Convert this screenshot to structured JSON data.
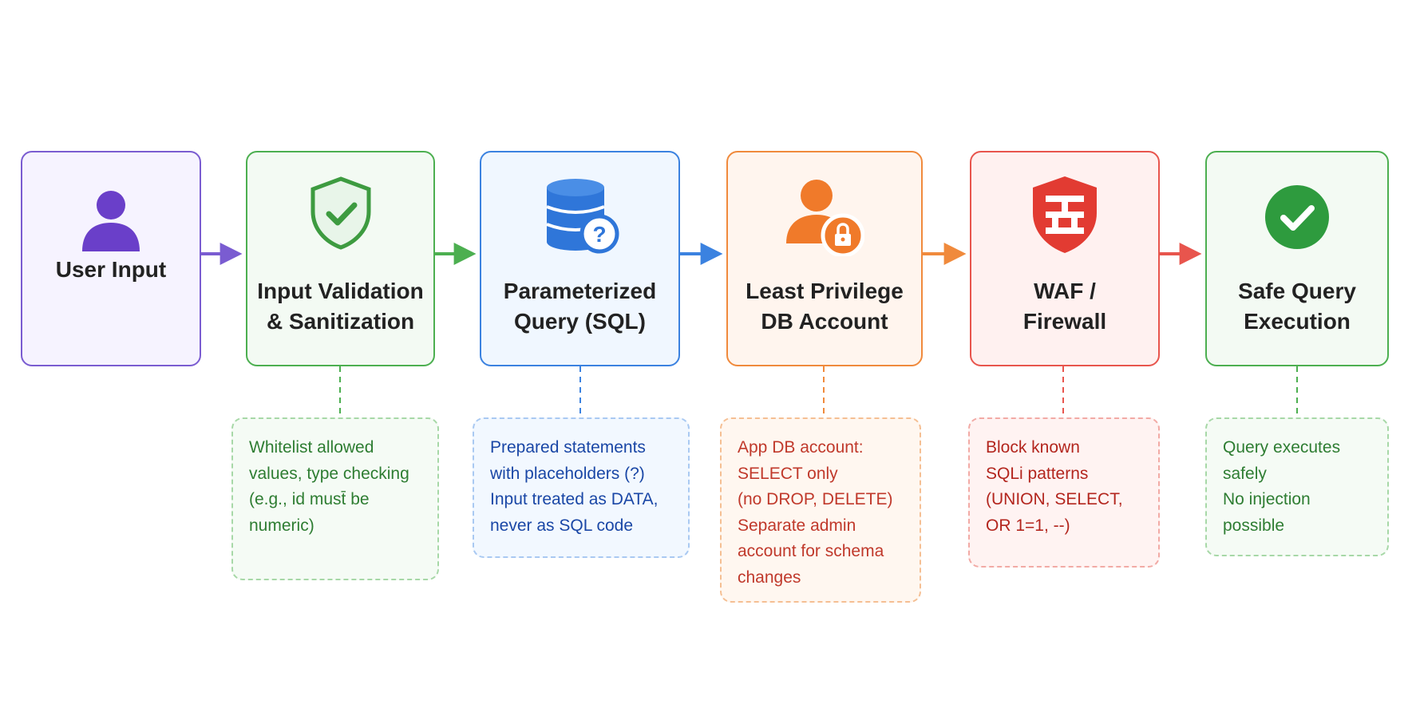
{
  "steps": [
    {
      "id": "user-input",
      "lines": [
        "User Input"
      ],
      "icon": "user-icon",
      "color": "#7a5cd1"
    },
    {
      "id": "input-validation",
      "lines": [
        "Input Validation",
        "& Sanitization"
      ],
      "icon": "shield-check-icon",
      "color": "#4caf50"
    },
    {
      "id": "parameterized-query",
      "lines": [
        "Parameterized",
        "Query (SQL)"
      ],
      "icon": "database-question-icon",
      "color": "#3b82e0"
    },
    {
      "id": "least-privilege",
      "lines": [
        "Least Privilege",
        "DB Account"
      ],
      "icon": "user-lock-icon",
      "color": "#f08a3c"
    },
    {
      "id": "waf-firewall",
      "lines": [
        "WAF /",
        "Firewall"
      ],
      "icon": "firewall-shield-icon",
      "color": "#e8554d"
    },
    {
      "id": "safe-execution",
      "lines": [
        "Safe Query",
        "Execution"
      ],
      "icon": "check-circle-icon",
      "color": "#4caf50"
    }
  ],
  "notes": [
    {
      "step": "input-validation",
      "lines": [
        "Whitelist allowed",
        "values, type checking",
        "(e.g., id must̄ be",
        "numeric)"
      ]
    },
    {
      "step": "parameterized-query",
      "lines": [
        "Prepared statements",
        "with placeholders (?)",
        "Input treated as DATA,",
        "never as SQL code"
      ]
    },
    {
      "step": "least-privilege",
      "lines": [
        "App DB account:",
        "SELECT only",
        "(no DROP, DELETE)",
        "Separate admin",
        "account for schema",
        "changes"
      ]
    },
    {
      "step": "waf-firewall",
      "lines": [
        "Block known",
        "SQLi patterns",
        "(UNION, SELECT,",
        "OR 1=1, --)"
      ]
    },
    {
      "step": "safe-execution",
      "lines": [
        "Query executes",
        "safely",
        "No injection",
        "possible"
      ]
    }
  ],
  "icon_symbols": {
    "question_mark": "?"
  }
}
